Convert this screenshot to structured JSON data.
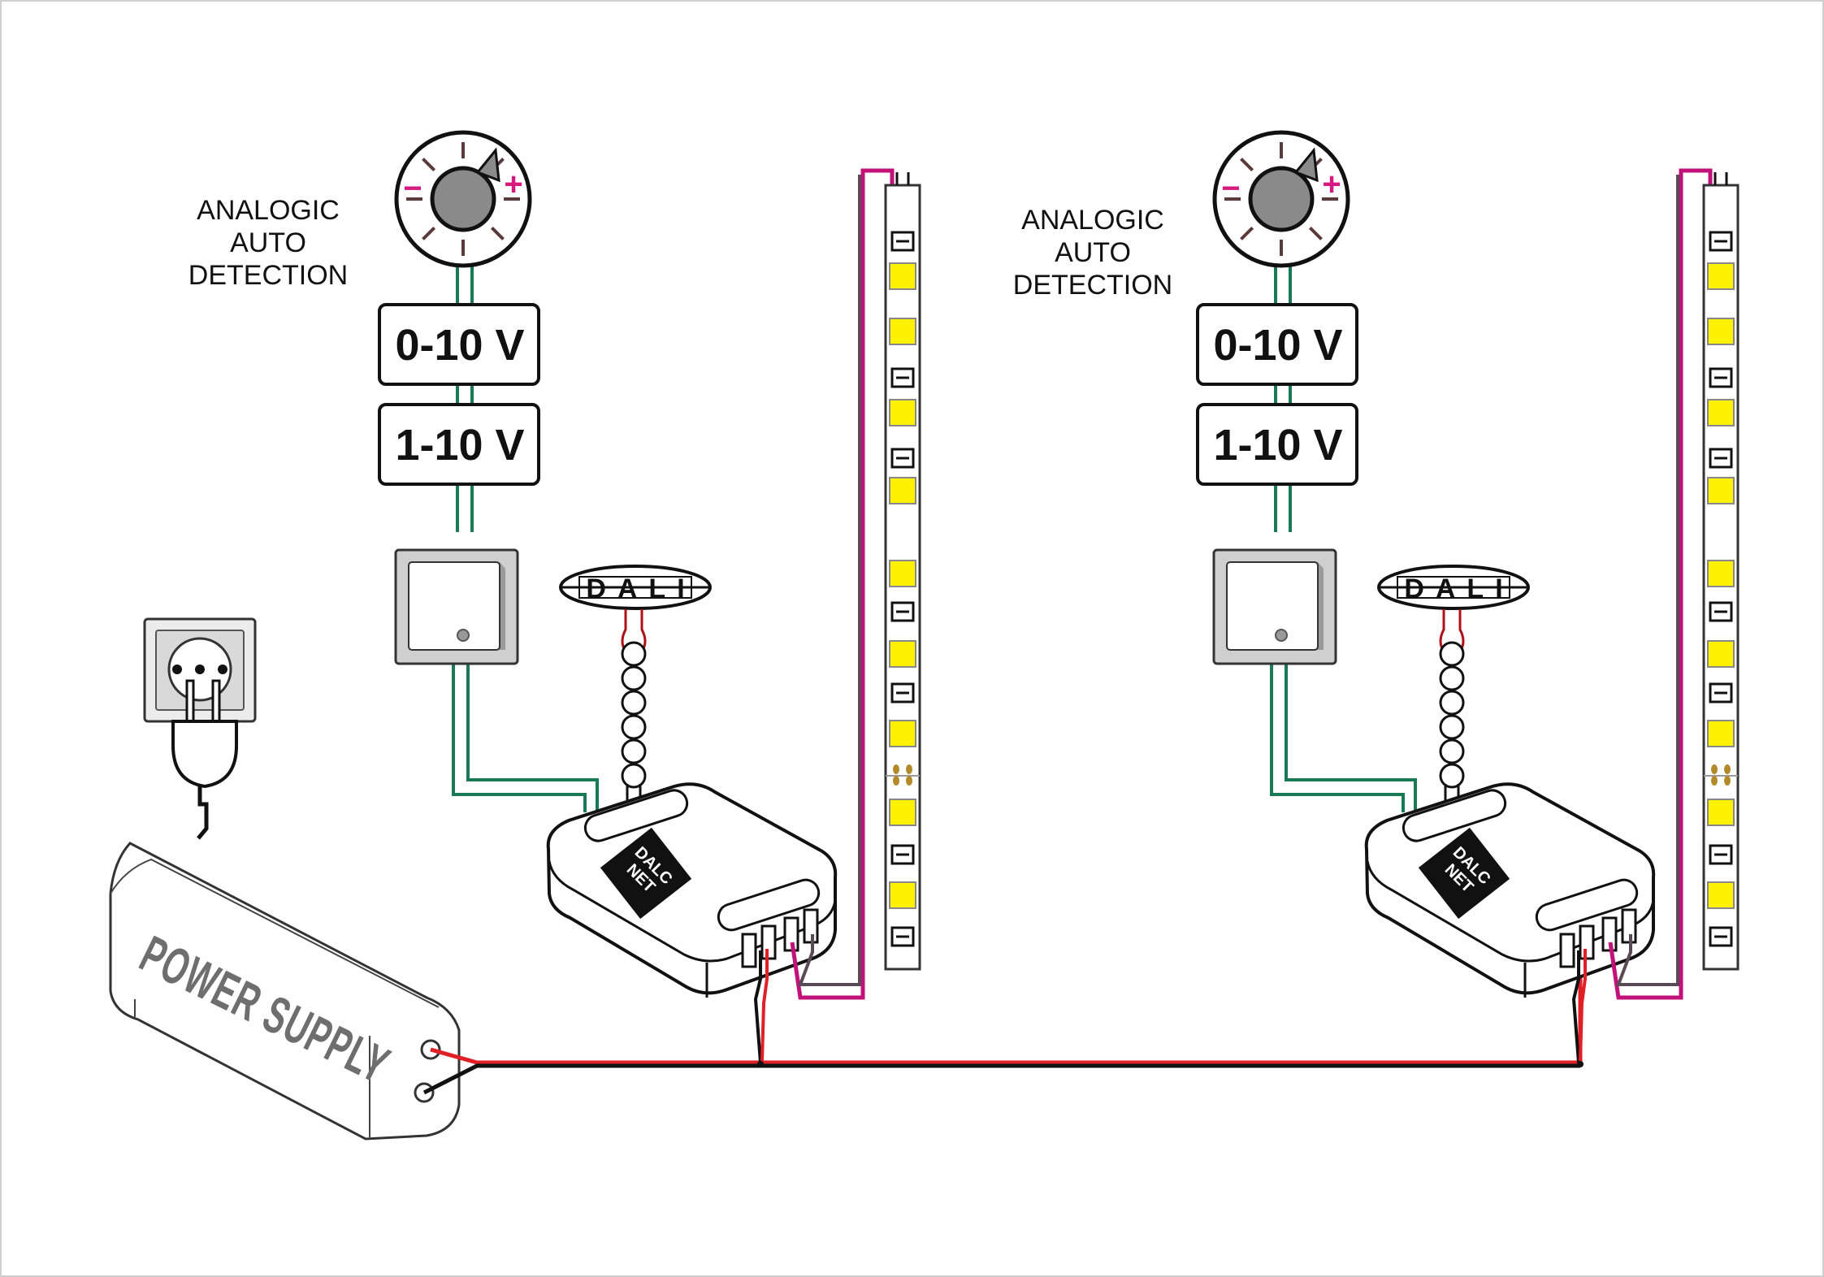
{
  "power_supply": {
    "label": "POWER SUPPLY"
  },
  "units": [
    {
      "id": "left",
      "label_lines": [
        "ANALOGIC",
        "AUTO",
        "DETECTION"
      ],
      "voltages": [
        "0-10 V",
        "1-10 V"
      ],
      "dali_label": "DALI",
      "controller_label": [
        "DALC",
        "NET"
      ],
      "knob_minus": "−",
      "knob_plus": "+"
    },
    {
      "id": "right",
      "label_lines": [
        "ANALOGIC",
        "AUTO",
        "DETECTION"
      ],
      "voltages": [
        "0-10 V",
        "1-10 V"
      ],
      "dali_label": "DALI",
      "controller_label": [
        "DALC",
        "NET"
      ],
      "knob_minus": "−",
      "knob_plus": "+"
    }
  ],
  "colors": {
    "wire_green": "#1a7a56",
    "wire_red": "#e01f26",
    "wire_magenta": "#c2127a",
    "wire_black": "#111111",
    "led_yellow": "#fff200",
    "power_supply_text": "#6e6e6e"
  }
}
